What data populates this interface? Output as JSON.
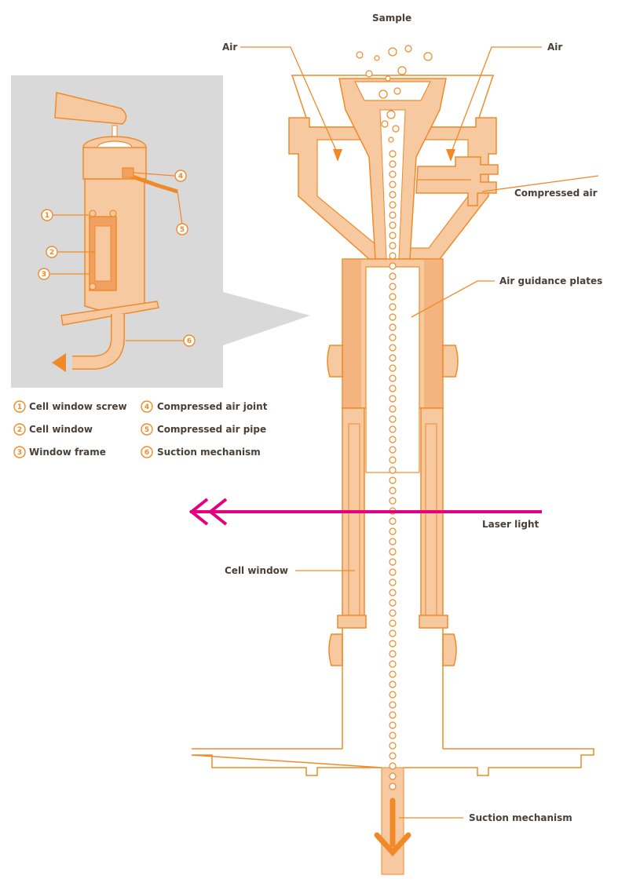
{
  "colors": {
    "body_fill": "#f7c9a1",
    "body_stroke": "#f08a28",
    "dark_orange": "#f0a060",
    "laser": "#e6007e",
    "inset_bg": "#d9d9d9",
    "text": "#4a4038"
  },
  "labels": {
    "sample": "Sample",
    "air_left": "Air",
    "air_right": "Air",
    "compressed_air": "Compressed air",
    "air_guidance_plates": "Air guidance plates",
    "laser_light": "Laser light",
    "cell_window": "Cell window",
    "suction_mechanism": "Suction mechanism"
  },
  "inset_numbers": [
    "1",
    "2",
    "3",
    "4",
    "5",
    "6"
  ],
  "legend": [
    {
      "num": "1",
      "text": "Cell window screw"
    },
    {
      "num": "2",
      "text": "Cell window"
    },
    {
      "num": "3",
      "text": "Window frame"
    },
    {
      "num": "4",
      "text": "Compressed air joint"
    },
    {
      "num": "5",
      "text": "Compressed air pipe"
    },
    {
      "num": "6",
      "text": "Suction mechanism"
    }
  ]
}
